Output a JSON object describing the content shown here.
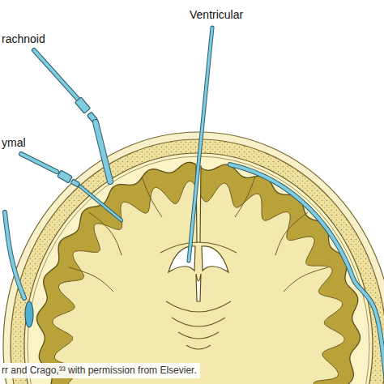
{
  "diagram": {
    "caption": "rr and Crago,³³ with permission from Elsevier.",
    "labels": [
      "Ventricular",
      "rachnoid",
      "ymal"
    ]
  }
}
